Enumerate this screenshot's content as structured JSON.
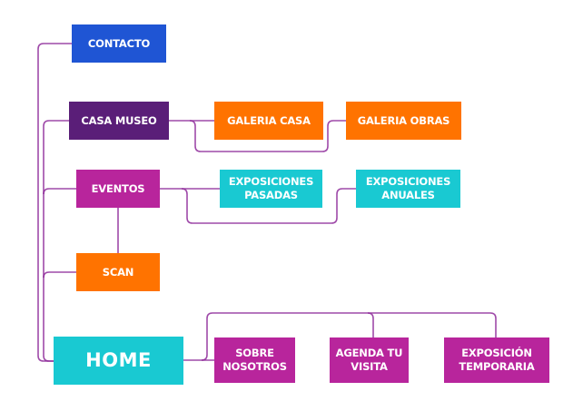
{
  "diagram": {
    "title": "Site map",
    "colors": {
      "blue": "#1f55d4",
      "purple": "#5a1e78",
      "magenta": "#b8259c",
      "orange": "#ff7300",
      "cyan": "#19c9d2",
      "connector": "#8e2a9a"
    },
    "nodes": {
      "contacto": {
        "label": "CONTACTO",
        "color": "#1f55d4"
      },
      "casa_museo": {
        "label": "CASA MUSEO",
        "color": "#5a1e78"
      },
      "galeria_casa": {
        "label": "GALERIA CASA",
        "color": "#ff7300"
      },
      "galeria_obras": {
        "label": "GALERIA OBRAS",
        "color": "#ff7300"
      },
      "eventos": {
        "label": "EVENTOS",
        "color": "#b8259c"
      },
      "exposiciones_pasadas": {
        "label": "EXPOSICIONES\nPASADAS",
        "color": "#19c9d2"
      },
      "exposiciones_anuales": {
        "label": "EXPOSICIONES\nANUALES",
        "color": "#19c9d2"
      },
      "scan": {
        "label": "SCAN",
        "color": "#ff7300"
      },
      "home": {
        "label": "HOME",
        "color": "#19c9d2"
      },
      "sobre_nosotros": {
        "label": "SOBRE\nNOSOTROS",
        "color": "#b8259c"
      },
      "agenda_tu_visita": {
        "label": "AGENDA TU\nVISITA",
        "color": "#b8259c"
      },
      "exposicion_temporaria": {
        "label": "EXPOSICIÓN\nTEMPORARIA",
        "color": "#b8259c"
      }
    },
    "edges": [
      [
        "home",
        "contacto"
      ],
      [
        "home",
        "casa_museo"
      ],
      [
        "home",
        "eventos"
      ],
      [
        "home",
        "scan"
      ],
      [
        "casa_museo",
        "galeria_casa"
      ],
      [
        "casa_museo",
        "galeria_obras"
      ],
      [
        "eventos",
        "exposiciones_pasadas"
      ],
      [
        "eventos",
        "exposiciones_anuales"
      ],
      [
        "eventos",
        "scan"
      ],
      [
        "home",
        "sobre_nosotros"
      ],
      [
        "home",
        "agenda_tu_visita"
      ],
      [
        "home",
        "exposicion_temporaria"
      ]
    ]
  }
}
